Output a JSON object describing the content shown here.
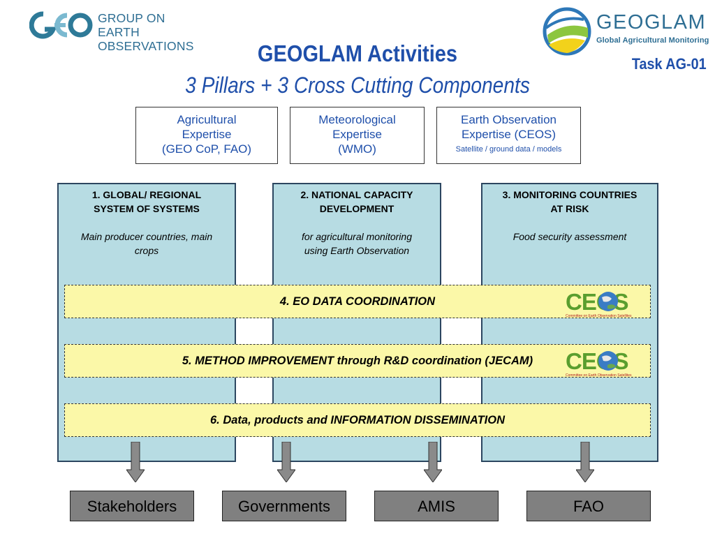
{
  "header": {
    "geo_logo": {
      "text_line1": "GROUP ON",
      "text_line2": "EARTH OBSERVATIONS"
    },
    "geoglam_logo": {
      "title": "GEOGLAM",
      "subtitle": "Global Agricultural Monitoring"
    },
    "title": "GEOGLAM Activities",
    "subtitle": "3 Pillars + 3 Cross Cutting Components",
    "task": "Task AG-01"
  },
  "expertise": [
    {
      "line1": "Agricultural",
      "line2": "Expertise",
      "line3": "(GEO CoP, FAO)"
    },
    {
      "line1": "Meteorological",
      "line2": "Expertise",
      "line3": "(WMO)"
    },
    {
      "line1": "Earth Observation",
      "line2": "Expertise (CEOS)",
      "note": "Satellite / ground data / models"
    }
  ],
  "pillars": [
    {
      "title_line1": "1. GLOBAL/ REGIONAL",
      "title_line2": "SYSTEM OF SYSTEMS",
      "desc_line1": "Main producer countries, main",
      "desc_line2": "crops"
    },
    {
      "title_line1": "2. NATIONAL CAPACITY",
      "title_line2": "DEVELOPMENT",
      "desc_line1": "for agricultural monitoring",
      "desc_line2": "using Earth Observation"
    },
    {
      "title_line1": "3. MONITORING COUNTRIES",
      "title_line2": "AT RISK",
      "desc_line1": "Food security assessment",
      "desc_line2": ""
    }
  ],
  "components": [
    {
      "label": "4. EO DATA COORDINATION",
      "logo": "CEOS"
    },
    {
      "label": "5. METHOD IMPROVEMENT through R&D coordination (JECAM)",
      "logo": "CEOS"
    },
    {
      "label": "6. Data, products and INFORMATION DISSEMINATION"
    }
  ],
  "ceos_logo": {
    "word": "CEOS",
    "tagline": "Committee on Earth Observation Satellites"
  },
  "outputs": [
    "Stakeholders",
    "Governments",
    "AMIS",
    "FAO"
  ],
  "colors": {
    "title_blue": "#1f4faa",
    "pillar_fill": "#b7dce3",
    "pillar_border": "#2c4660",
    "band_fill": "#fbf8a8",
    "output_fill": "#808080",
    "arrow_fill": "#8a8a8a"
  }
}
